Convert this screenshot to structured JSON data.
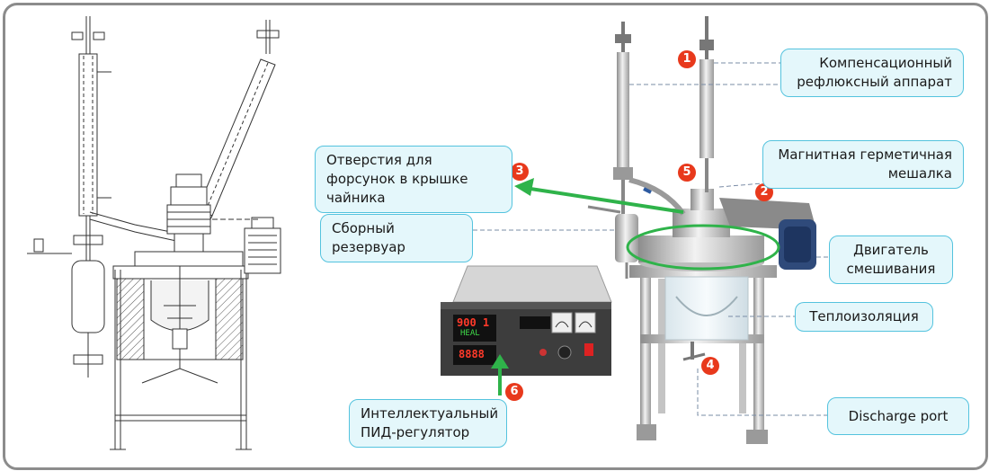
{
  "labels": {
    "reflux": "Компенсационный рефлюксный аппарат",
    "nozzles": "Отверстия для форсунок в крышке чайника",
    "stirrer": "Магнитная герметичная мешалка",
    "tank": "Сборный резервуар",
    "motor": "Двигатель смешивания",
    "insulation": "Теплоизоляция",
    "discharge": "Discharge port",
    "pid": "Интеллектуальный ПИД-регулятор"
  },
  "badges": [
    "1",
    "2",
    "3",
    "4",
    "5",
    "6"
  ],
  "controller": {
    "display_top": "900 1",
    "display_mid": "HEAL",
    "display_bottom": "8888"
  },
  "colors": {
    "label_fill": "#e4f7fb",
    "label_border": "#54c3de",
    "badge": "#e8391c",
    "arrow_green": "#2fb34a",
    "ellipse_green": "#2fb34a",
    "frame": "#8c8c8c"
  }
}
